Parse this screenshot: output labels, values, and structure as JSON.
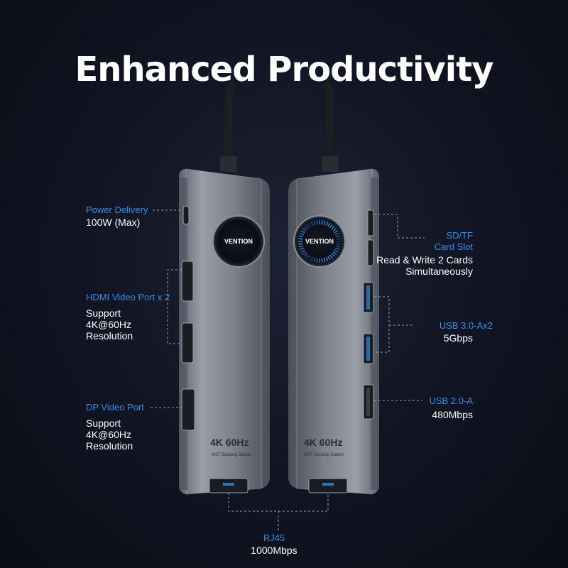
{
  "title": "Enhanced Productivity",
  "brand": "VENTION",
  "device_text": {
    "spec": "4K 60Hz",
    "sub": "MST Docking Station"
  },
  "labels": {
    "power_delivery": {
      "name": "Power Delivery",
      "desc": "100W (Max)"
    },
    "hdmi": {
      "name": "HDMI Video Port x 2",
      "desc_line1": "Support",
      "desc_line2": "4K@60Hz",
      "desc_line3": "Resolution"
    },
    "dp": {
      "name": "DP Video Port",
      "desc_line1": "Support",
      "desc_line2": "4K@60Hz",
      "desc_line3": "Resolution"
    },
    "sdtf": {
      "name_line1": "SD/TF",
      "name_line2": "Card Slot",
      "desc_line1": "Read & Write 2 Cards",
      "desc_line2": "Simultaneously"
    },
    "usb3": {
      "name": "USB 3.0-Ax2",
      "desc": "5Gbps"
    },
    "usb2": {
      "name": "USB 2.0-A",
      "desc": "480Mbps"
    },
    "rj45": {
      "name": "RJ45",
      "desc": "1000Mbps"
    }
  },
  "colors": {
    "accent": "#2f8fe6",
    "background": "#121524",
    "device": "#8a8e98"
  }
}
